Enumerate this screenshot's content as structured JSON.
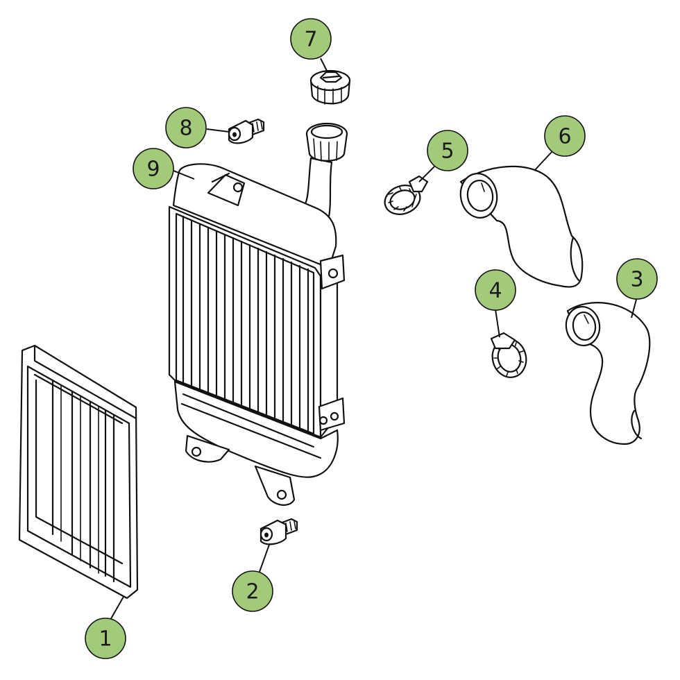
{
  "callout_color": "#a3c97a",
  "callouts": [
    {
      "label": "1"
    },
    {
      "label": "2"
    },
    {
      "label": "3"
    },
    {
      "label": "4"
    },
    {
      "label": "5"
    },
    {
      "label": "6"
    },
    {
      "label": "7"
    },
    {
      "label": "8"
    },
    {
      "label": "9"
    }
  ],
  "parts": [
    "radiator-guard-grille",
    "mounting-rubber-lower",
    "lower-hose",
    "hose-clamp-lower",
    "hose-clamp-upper",
    "upper-hose",
    "radiator-cap",
    "mounting-rubber-upper",
    "radiator-core"
  ]
}
